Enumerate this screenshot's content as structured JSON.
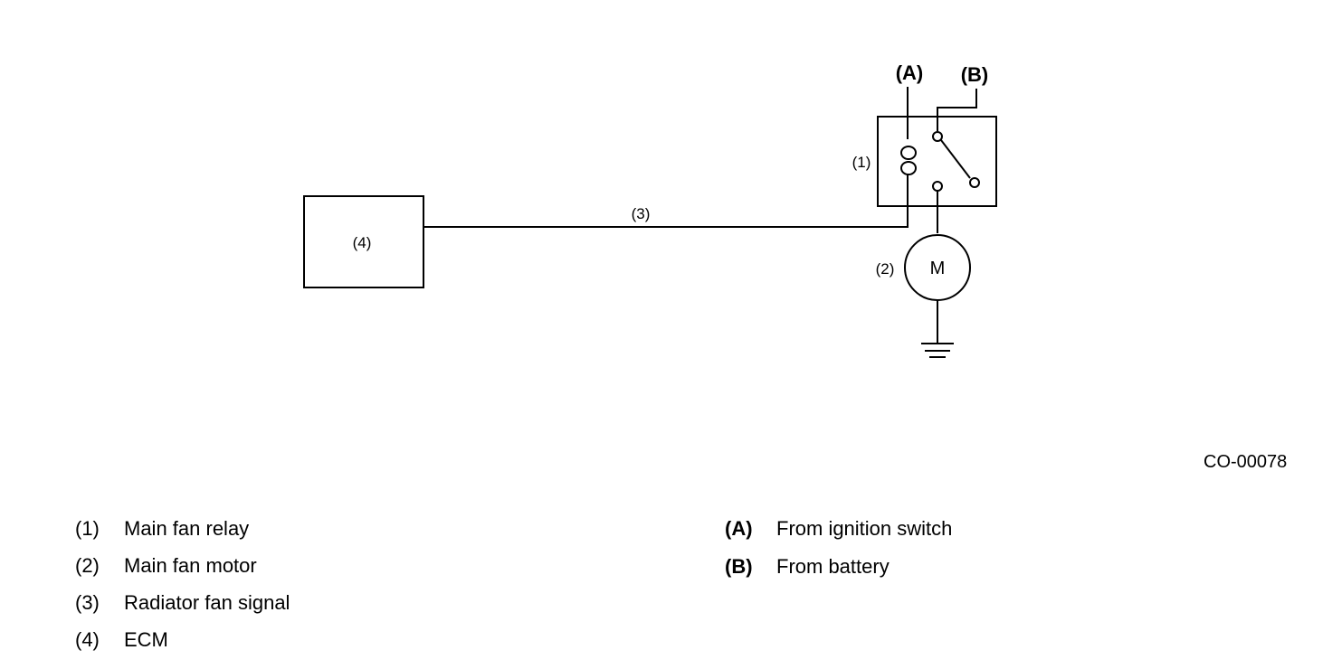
{
  "diagram": {
    "labels": {
      "relay": "(1)",
      "motor": "(2)",
      "signal": "(3)",
      "ecm": "(4)",
      "ignition": "(A)",
      "battery": "(B)",
      "motor_symbol": "M"
    },
    "reference_code": "CO-00078"
  },
  "legend": {
    "left": [
      {
        "num": "(1)",
        "text": "Main fan relay"
      },
      {
        "num": "(2)",
        "text": "Main fan motor"
      },
      {
        "num": "(3)",
        "text": "Radiator fan signal"
      },
      {
        "num": "(4)",
        "text": "ECM"
      }
    ],
    "right": [
      {
        "key": "(A)",
        "text": "From ignition switch"
      },
      {
        "key": "(B)",
        "text": "From battery"
      }
    ]
  }
}
